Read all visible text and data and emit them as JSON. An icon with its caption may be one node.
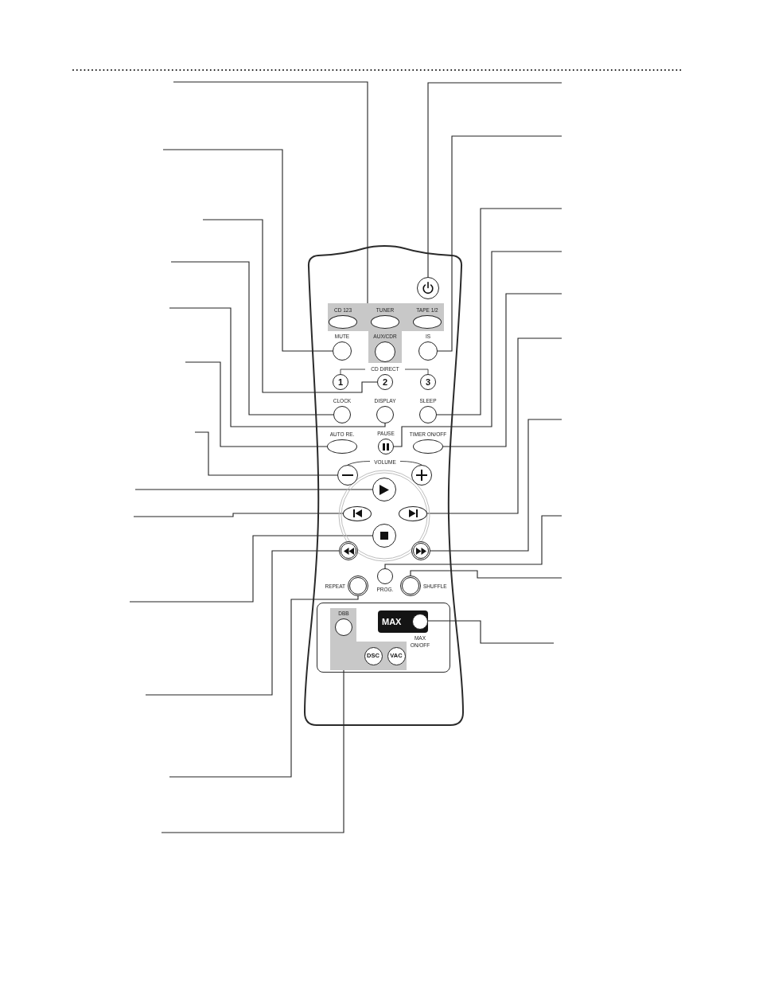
{
  "diagram": {
    "nodes": [
      {
        "text": [],
        "shape": "box"
      },
      {
        "text": [],
        "shape": "circle",
        "in": 0
      },
      {
        "text": [],
        "shape": "band",
        "in": 0
      },
      {
        "text": [
          "CD 123"
        ],
        "in": 2
      },
      {
        "text": [
          "TUNER"
        ],
        "in": 2
      },
      {
        "text": [
          "TAPE 1/2"
        ],
        "in": 2
      },
      {
        "text": [
          "MUTE"
        ],
        "in": 0
      },
      {
        "text": [
          "AUX/CDR"
        ],
        "in": 2
      },
      {
        "text": [
          "IS"
        ],
        "in": 0
      },
      {
        "text": [
          "1"
        ],
        "in": 0
      },
      {
        "text": [
          "2"
        ],
        "in": 0
      },
      {
        "text": [
          "3"
        ],
        "in": 0
      },
      {
        "text": [
          "CLOCK"
        ],
        "in": 0
      },
      {
        "text": [
          "DISPLAY"
        ],
        "in": 0
      },
      {
        "text": [
          "SLEEP"
        ],
        "in": 0
      },
      {
        "text": [
          "AUTO RE."
        ],
        "in": 0
      },
      {
        "text": [
          "PAUSE"
        ],
        "in": 0
      },
      {
        "text": [
          "TIMER ON/OFF"
        ],
        "in": 0
      },
      {
        "text": [],
        "shape": "circle",
        "in": 0
      },
      {
        "text": [],
        "shape": "circle",
        "in": 0
      },
      {
        "text": [],
        "shape": "circle",
        "in": 0
      },
      {
        "text": [],
        "shape": "oval",
        "in": 0
      },
      {
        "text": [],
        "shape": "oval",
        "in": 0
      },
      {
        "text": [],
        "shape": "circle",
        "in": 0
      },
      {
        "text": [],
        "shape": "circle",
        "in": 0
      },
      {
        "text": [],
        "shape": "circle",
        "in": 0
      },
      {
        "text": [
          "REPEAT"
        ],
        "in": 0
      },
      {
        "text": [
          "PROG."
        ],
        "in": 0
      },
      {
        "text": [
          "SHUFFLE"
        ],
        "in": 0
      },
      {
        "text": [],
        "shape": "box",
        "in": 0
      },
      {
        "text": [],
        "shape": "band",
        "in": 29
      },
      {
        "text": [
          "DBB"
        ],
        "in": 30
      },
      {
        "text": [
          "DSC"
        ],
        "in": 30
      },
      {
        "text": [
          "VAC"
        ],
        "in": 30
      },
      {
        "text": [
          "MAX"
        ],
        "in": 29
      },
      {
        "text": [
          "MAX ON/OFF"
        ],
        "in": 34
      }
    ],
    "edges": [
      {
        "from": null,
        "to": 2,
        "arrow": "none"
      },
      {
        "from": null,
        "to": 6,
        "arrow": "none"
      },
      {
        "from": null,
        "to": 10,
        "arrow": "none"
      },
      {
        "from": null,
        "to": 12,
        "arrow": "none"
      },
      {
        "from": null,
        "to": 13,
        "arrow": "none"
      },
      {
        "from": null,
        "to": 15,
        "arrow": "none"
      },
      {
        "from": null,
        "to": 18,
        "arrow": "none"
      },
      {
        "from": null,
        "to": 20,
        "arrow": "none"
      },
      {
        "from": null,
        "to": 21,
        "arrow": "none"
      },
      {
        "from": null,
        "to": 23,
        "arrow": "none"
      },
      {
        "from": null,
        "to": 24,
        "arrow": "none"
      },
      {
        "from": null,
        "to": 26,
        "arrow": "none"
      },
      {
        "from": null,
        "to": 30,
        "arrow": "none"
      },
      {
        "from": null,
        "to": 1,
        "arrow": "none"
      },
      {
        "from": null,
        "to": 8,
        "arrow": "none"
      },
      {
        "from": null,
        "to": 14,
        "arrow": "none"
      },
      {
        "from": null,
        "to": 16,
        "arrow": "none"
      },
      {
        "from": null,
        "to": 17,
        "arrow": "none"
      },
      {
        "from": null,
        "to": 22,
        "arrow": "none"
      },
      {
        "from": null,
        "to": 25,
        "arrow": "none"
      },
      {
        "from": null,
        "to": 27,
        "arrow": "none"
      },
      {
        "from": null,
        "to": 28,
        "arrow": "none"
      },
      {
        "from": null,
        "to": 35,
        "arrow": "none"
      }
    ],
    "labels": [
      "CD DIRECT",
      "VOLUME"
    ]
  }
}
